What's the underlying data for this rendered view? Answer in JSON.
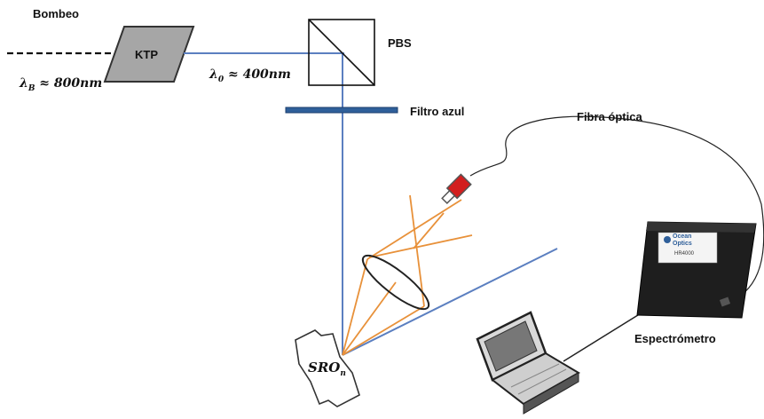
{
  "labels": {
    "pump": "Bombeo",
    "crystal": "KTP",
    "beamsplitter": "PBS",
    "filter": "Filtro azul",
    "fiber": "Fibra óptica",
    "spectrometer": "Espectrómetro"
  },
  "math": {
    "pump_symbol": "λ",
    "pump_sub": "B",
    "pump_value": " ≈ 800nm",
    "signal_symbol": "λ",
    "signal_sub": "0",
    "signal_value": " ≈ 400nm",
    "sample_main": "SRO",
    "sample_sub": "n"
  },
  "device": {
    "brand_line1": "Ocean",
    "brand_line2": "Optics",
    "model": "HR4000"
  },
  "colors": {
    "beam_blue": "#5b7fc0",
    "ray_orange": "#e8913a",
    "filter_blue": "#2f5f9a",
    "crystal_gray": "#a6a6a6",
    "fiber_tip_red": "#d21f1f",
    "spectrometer_black": "#1e1e1e"
  }
}
